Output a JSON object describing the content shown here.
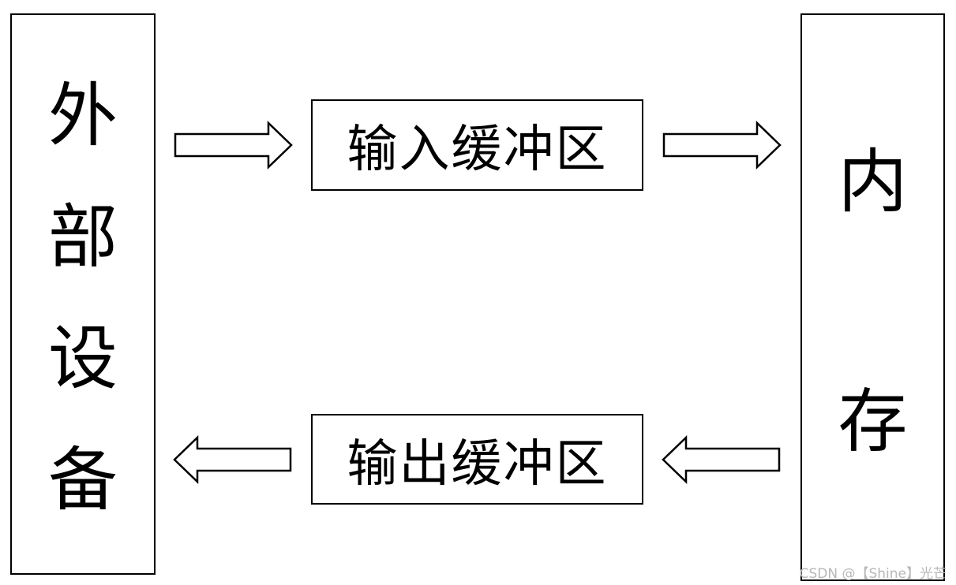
{
  "external_device": {
    "chars": [
      "外",
      "部",
      "设",
      "备"
    ]
  },
  "memory": {
    "chars": [
      "内",
      "存"
    ]
  },
  "input_buffer": {
    "label": "输入缓冲区"
  },
  "output_buffer": {
    "label": "输出缓冲区"
  },
  "watermark": "CSDN @【Shine】光芒"
}
